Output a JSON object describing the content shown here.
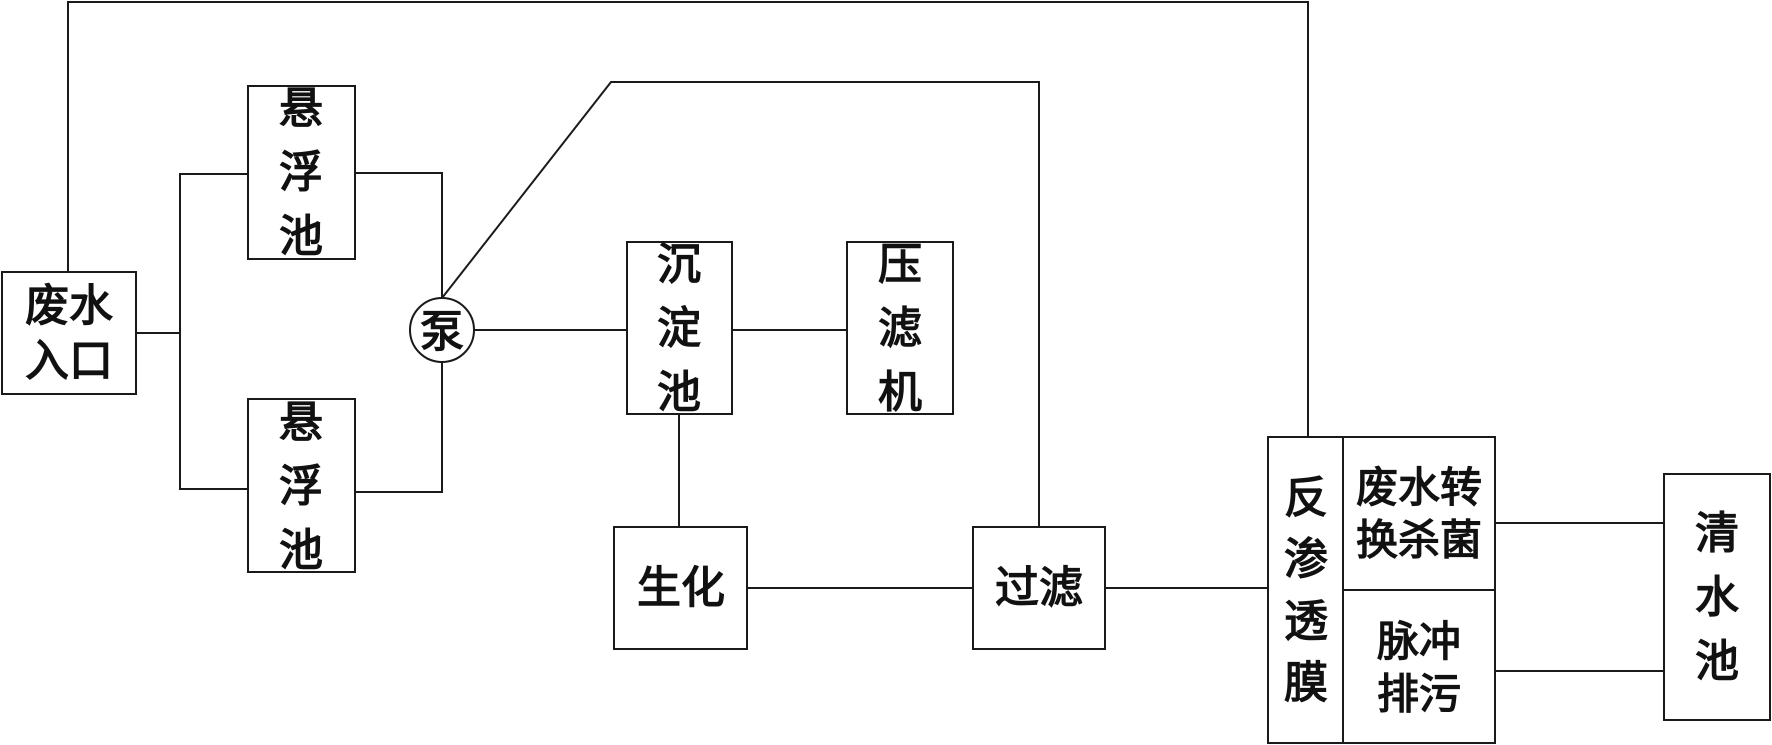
{
  "nodes": {
    "inlet": "废水\n入口",
    "suspension_top": "悬\n浮\n池",
    "suspension_bottom": "悬\n浮\n池",
    "pump": "泵",
    "sedimentation": "沉\n淀\n池",
    "filter_press": "压\n滤\n机",
    "biochem": "生化",
    "filtration": "过滤",
    "reverse_osmosis": "反\n渗\n透\n膜",
    "conversion_sterilization": "废水转\n换杀菌",
    "pulse_discharge": "脉冲\n排污",
    "clean_pool": "清\n水\n池"
  }
}
